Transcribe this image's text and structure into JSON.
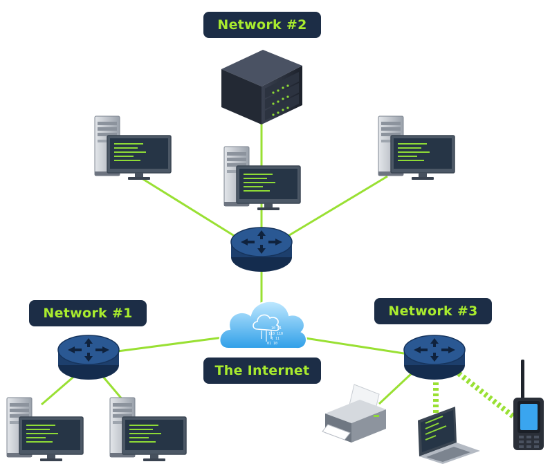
{
  "labels": {
    "network_2": "Network #2",
    "network_1": "Network #1",
    "network_3": "Network #3",
    "internet": "The Internet"
  },
  "cloud_glyph_text": [
    "10 01",
    "110 110",
    "1 11",
    "01 10"
  ],
  "colors": {
    "link": "#99e033",
    "label_bg": "#1c2d46",
    "label_text": "#a9ec2e",
    "router_body": "#1d3f6d",
    "router_top": "#2a5893",
    "cloud_light": "#9fdcff",
    "cloud_dark": "#2fa4ec",
    "screen": "#263546",
    "screen_code": "#8edb36",
    "tower": "#b9bec6"
  }
}
